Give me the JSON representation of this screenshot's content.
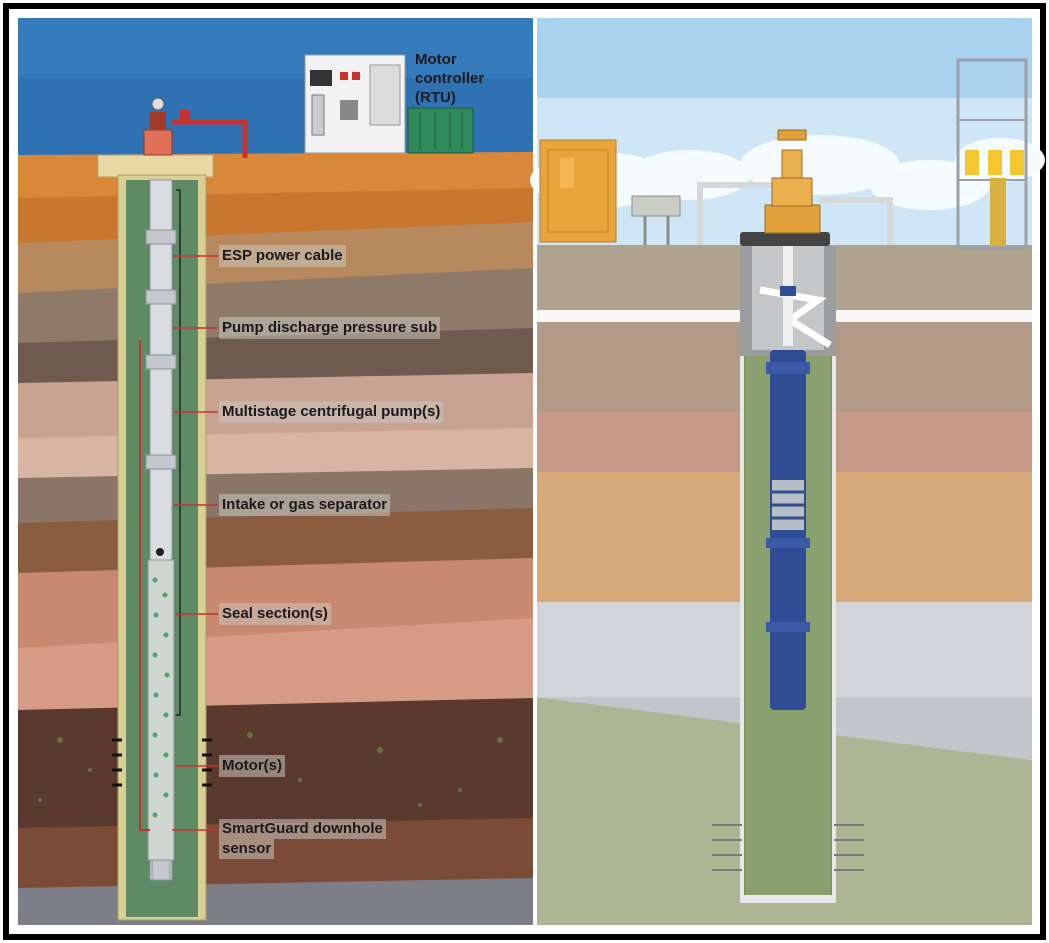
{
  "left_panel": {
    "controller_label_lines": [
      "Motor",
      "controller",
      "(RTU)"
    ],
    "callouts": {
      "esp_power_cable": "ESP power cable",
      "pump_discharge_pressure_sub": "Pump discharge pressure sub",
      "multistage_pump": "Multistage centrifugal pump(s)",
      "intake_gas_separator": "Intake or gas separator",
      "seal_sections": "Seal section(s)",
      "motors": "Motor(s)",
      "smartguard_line1": "SmartGuard downhole",
      "smartguard_line2": "sensor"
    }
  },
  "colors": {
    "sky": "#2f72b4",
    "soil_orange": "#d9883a",
    "well_green": "#5e8a64",
    "cable_red": "#c8322d",
    "pump_blue": "#2e4d94",
    "wellhead_orange": "#e0a03a"
  }
}
